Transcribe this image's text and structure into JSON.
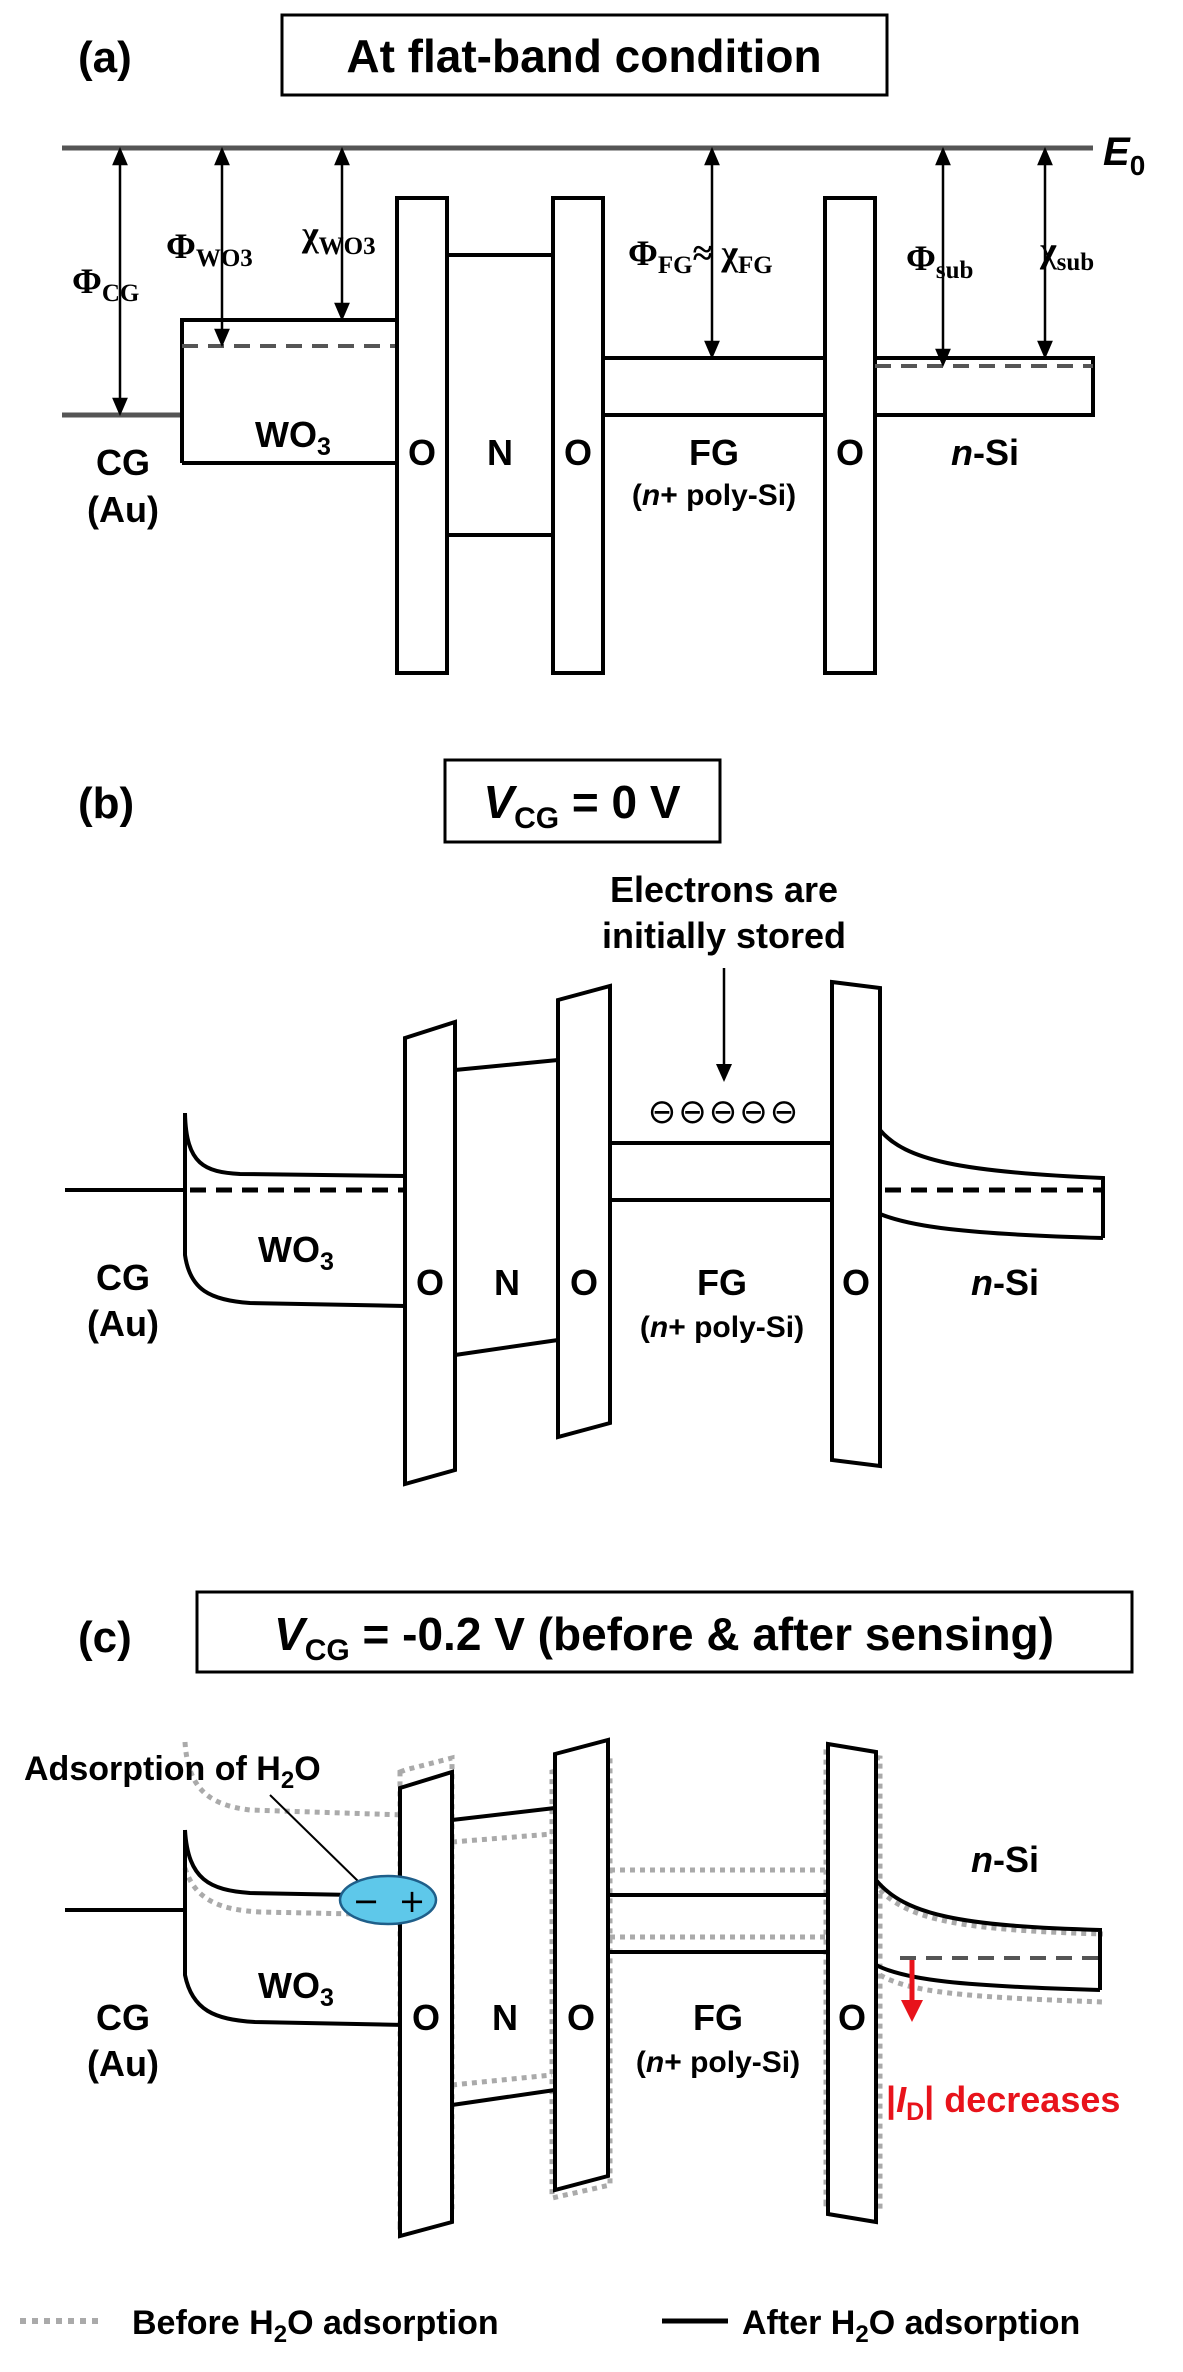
{
  "panel_a": {
    "label": "(a)",
    "title": "At flat-band condition",
    "vacuum_level": "E",
    "vacuum_sub": "0",
    "phi_cg": "Φ",
    "phi_cg_sub": "CG",
    "phi_wo3": "Φ",
    "phi_wo3_sub": "WO3",
    "chi_wo3": "χ",
    "chi_wo3_sub": "WO3",
    "phi_fg_chi_fg": "Φ",
    "phi_fg_sub": "FG",
    "approx": "≈ χ",
    "chi_fg_sub": "FG",
    "phi_sub": "Φ",
    "phi_sub_sub": "sub",
    "chi_sub": "χ",
    "chi_sub_sub": "sub",
    "cg": "CG",
    "au": "(Au)",
    "wo3": "WO",
    "wo3_sub": "3",
    "o1": "O",
    "n": "N",
    "o2": "O",
    "fg": "FG",
    "fg_desc_n": "n",
    "fg_desc_rest": "+ poly-Si)",
    "fg_desc_open": "(",
    "o3": "O",
    "si_n": "n",
    "si_rest": "-Si"
  },
  "panel_b": {
    "label": "(b)",
    "title_v": "V",
    "title_sub": "CG",
    "title_rest": " = 0 V",
    "annotation_line1": "Electrons are",
    "annotation_line2": "initially stored",
    "electrons": "⊖⊖⊖⊖⊖",
    "cg": "CG",
    "au": "(Au)",
    "wo3": "WO",
    "wo3_sub": "3",
    "o1": "O",
    "n": "N",
    "o2": "O",
    "fg": "FG",
    "fg_desc_open": "(",
    "fg_desc_n": "n",
    "fg_desc_rest": "+ poly-Si)",
    "o3": "O",
    "si_n": "n",
    "si_rest": "-Si"
  },
  "panel_c": {
    "label": "(c)",
    "title_v": "V",
    "title_sub": "CG",
    "title_rest": " = -0.2 V (before & after sensing)",
    "adsorption": "Adsorption of H",
    "adsorption_sub": "2",
    "adsorption_end": "O",
    "dipole_minus": "−",
    "dipole_plus": "+",
    "cg": "CG",
    "au": "(Au)",
    "wo3": "WO",
    "wo3_sub": "3",
    "o1": "O",
    "n": "N",
    "o2": "O",
    "fg": "FG",
    "fg_desc_open": "(",
    "fg_desc_n": "n",
    "fg_desc_rest": "+ poly-Si)",
    "o3": "O",
    "si_n": "n",
    "si_rest": "-Si",
    "id_bar1": "|",
    "id_i": "I",
    "id_sub": "D",
    "id_bar2": "|",
    "id_rest": "  decreases",
    "accent_color": "#e8131b"
  },
  "legend": {
    "before": "Before H",
    "before_sub": "2",
    "before_end": "O adsorption",
    "after": "After H",
    "after_sub": "2",
    "after_end": "O adsorption"
  }
}
